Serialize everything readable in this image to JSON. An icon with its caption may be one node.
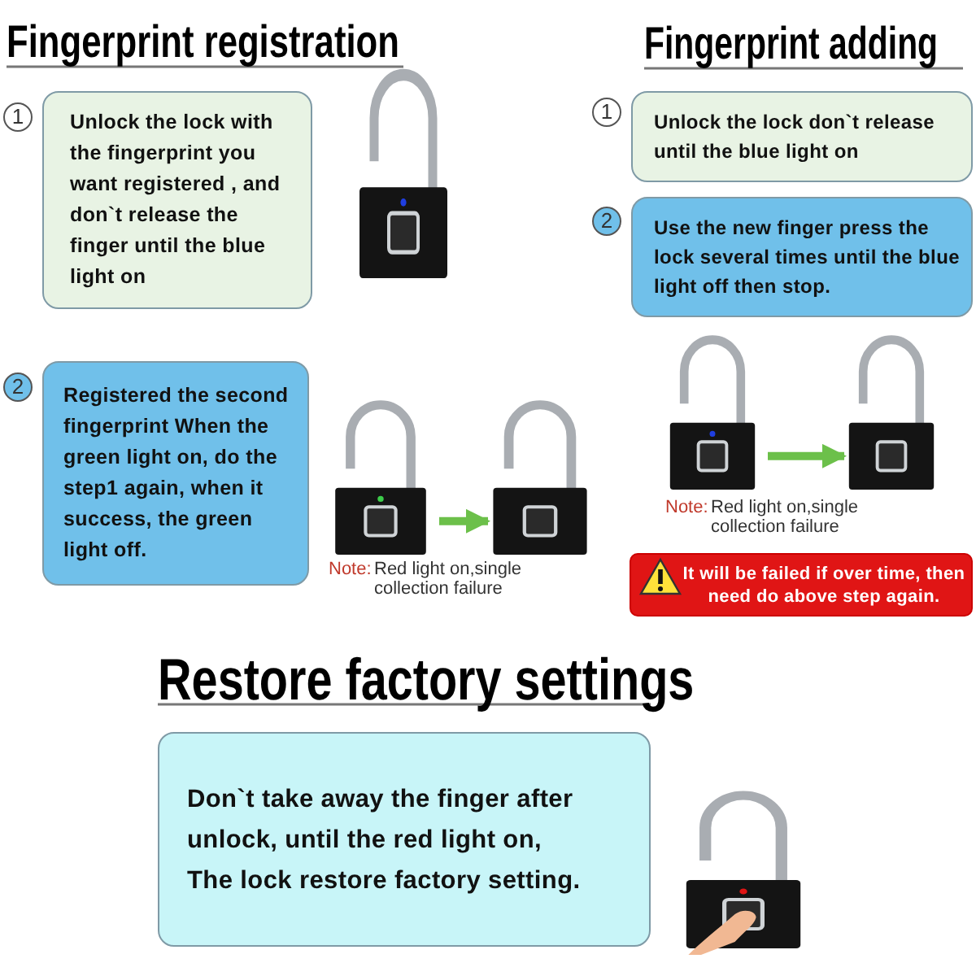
{
  "diagram": {
    "nodes": [
      {
        "text": [
          "Unlock the lock with the fingerprint you want registered , and don`t release the finger until the blue light on"
        ]
      },
      {
        "text": [
          "Registered the second fingerprint When the green light on, do the step1 again, when it success, the green light off."
        ]
      },
      {
        "text": [],
        "shape": "picture"
      },
      {
        "text": [],
        "shape": "picture"
      },
      {
        "text": [
          "Unlock the lock don`t release until the blue light on"
        ]
      },
      {
        "text": [
          "Use the new finger press the lock several times until the blue light off then stop."
        ]
      },
      {
        "text": [],
        "shape": "picture"
      },
      {
        "text": [],
        "shape": "picture"
      },
      {
        "text": [
          "It will be failed if over time, then need do above step again."
        ]
      },
      {
        "text": [
          "Don`t take away the finger after unlock, until the red light on, The lock restore factory setting."
        ]
      }
    ],
    "edges": [
      {
        "from": 2,
        "to": 3,
        "arrow": "to"
      },
      {
        "from": 6,
        "to": 7,
        "arrow": "to"
      }
    ],
    "labels": [
      "Fingerprint registration",
      "Fingerprint adding",
      "1",
      "1",
      "2",
      "2",
      "Note:",
      "Red light on,single collection failure",
      "Note:",
      "Red light on,single collection failure",
      "Restore factory settings"
    ]
  }
}
